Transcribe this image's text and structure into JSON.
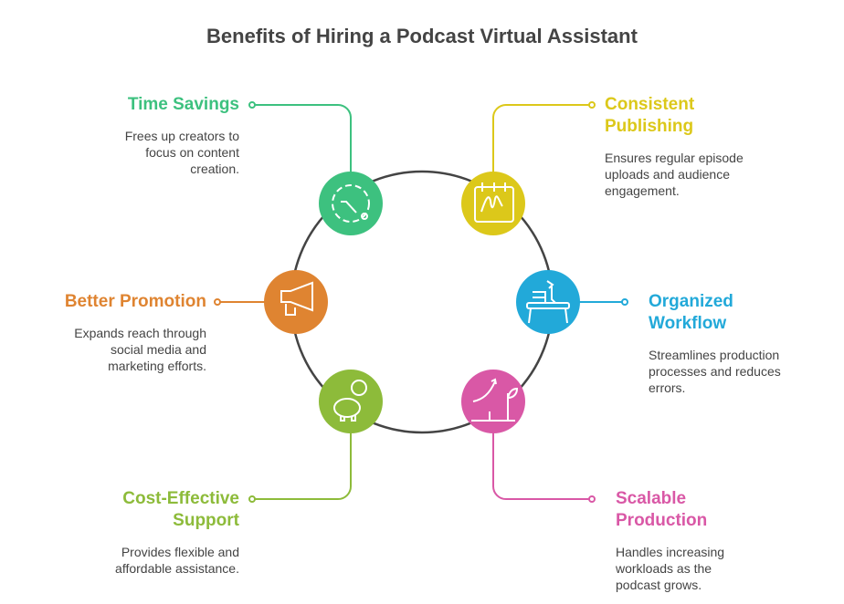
{
  "title": "Benefits of Hiring a Podcast Virtual Assistant",
  "items": [
    {
      "heading": "Time Savings",
      "description": "Frees up creators to focus on content creation.",
      "color": "#3dc17f",
      "icon": "clock-icon"
    },
    {
      "heading": "Consistent Publishing",
      "description": "Ensures regular episode uploads and audience engagement.",
      "color": "#dcc81a",
      "icon": "calendar-icon"
    },
    {
      "heading": "Better Promotion",
      "description": "Expands reach through social media and marketing efforts.",
      "color": "#df8431",
      "icon": "megaphone-icon"
    },
    {
      "heading": "Organized Workflow",
      "description": "Streamlines production processes and reduces errors.",
      "color": "#22a9d9",
      "icon": "desk-icon"
    },
    {
      "heading": "Cost-Effective Support",
      "description": "Provides flexible and affordable assistance.",
      "color": "#8dbb3a",
      "icon": "piggy-bank-icon"
    },
    {
      "heading": "Scalable Production",
      "description": "Handles increasing workloads as the podcast grows.",
      "color": "#d958a6",
      "icon": "growth-plant-icon"
    }
  ]
}
